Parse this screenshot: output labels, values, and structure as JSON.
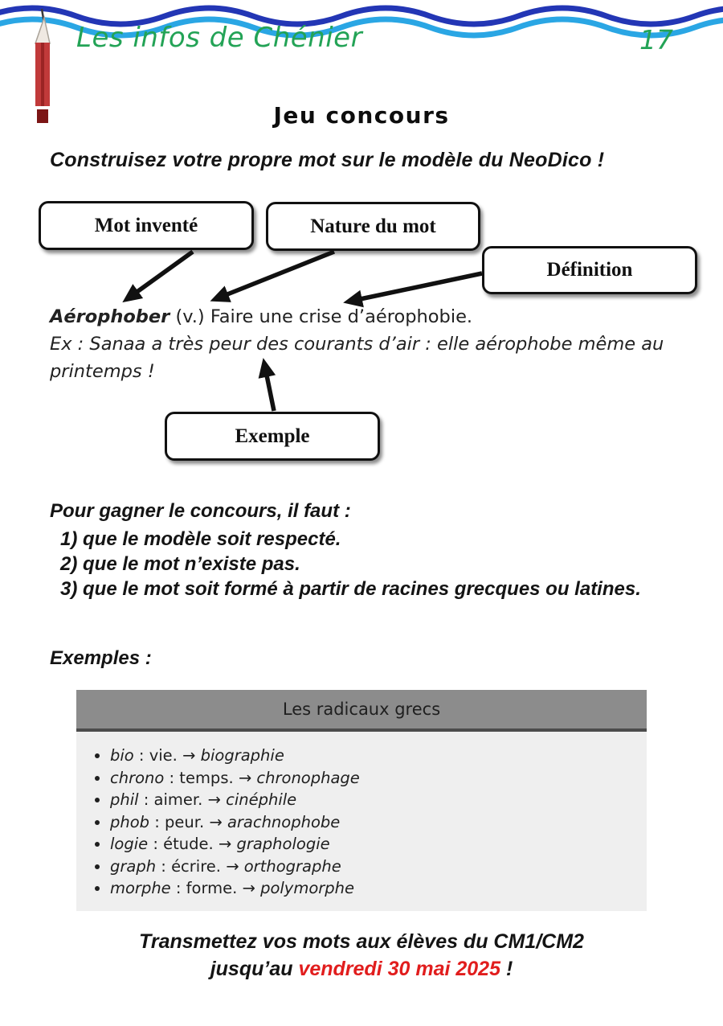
{
  "colors": {
    "accent_green": "#23a356",
    "wave_dark_blue": "#2336b5",
    "wave_light_blue": "#2aa6e4",
    "deadline_red": "#e11d1d",
    "pencil_red": "#c13a3a",
    "table_header_gray": "#8c8c8c",
    "table_body_gray": "#efefef"
  },
  "header": {
    "newsletter_title": "Les infos de Chénier",
    "page_number": "17"
  },
  "page_title": "Jeu concours",
  "intro": "Construisez votre propre mot sur le modèle du NeoDico !",
  "diagram_labels": {
    "invented_word": "Mot inventé",
    "word_nature": "Nature du mot",
    "definition": "Définition",
    "example": "Exemple"
  },
  "model_entry": {
    "word": "Aérophober",
    "nature": "(v.)",
    "definition": "Faire une crise d’aérophobie.",
    "example_sentence": "Ex : Sanaa a très peur des courants d’air : elle aérophobe même au printemps !"
  },
  "rules": {
    "heading": "Pour gagner le concours, il faut :",
    "items": [
      "1) que le modèle soit respecté.",
      "2) que le mot n’existe pas.",
      "3) que le mot soit formé à partir de racines grecques ou latines."
    ]
  },
  "examples_heading": "Exemples :",
  "radicals_table": {
    "title": "Les radicaux grecs",
    "colon": " : ",
    "arrow": " → ",
    "items": [
      {
        "radical": "bio",
        "meaning": "vie.",
        "example": "biographie"
      },
      {
        "radical": "chrono",
        "meaning": "temps.",
        "example": "chronophage"
      },
      {
        "radical": "phil",
        "meaning": "aimer.",
        "example": "cinéphile"
      },
      {
        "radical": "phob",
        "meaning": "peur.",
        "example": "arachnophobe"
      },
      {
        "radical": "logie",
        "meaning": "étude.",
        "example": "graphologie"
      },
      {
        "radical": "graph",
        "meaning": "écrire.",
        "example": "orthographe"
      },
      {
        "radical": "morphe",
        "meaning": "forme.",
        "example": "polymorphe"
      }
    ]
  },
  "footer": {
    "line1": "Transmettez vos mots aux élèves du CM1/CM2",
    "line2_prefix": "jusqu’au ",
    "deadline": "vendredi 30 mai 2025",
    "line2_suffix": " !"
  }
}
